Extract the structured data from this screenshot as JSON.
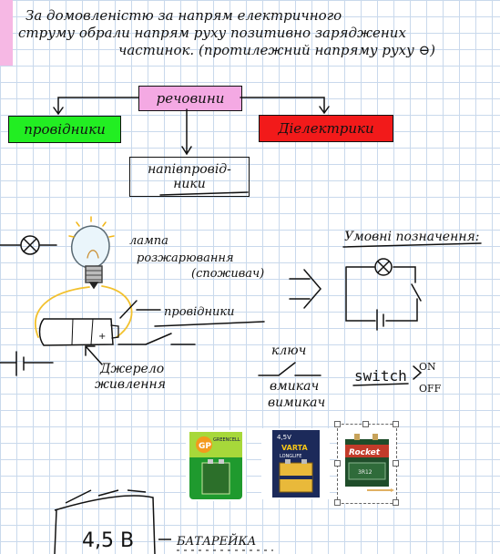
{
  "intro": {
    "line1": "За домовленістю за напрям електричного",
    "line2": "струму обрали напрям руху позитивно заряджених",
    "line3": "частинок. (протилежний напряму руху ⊖)"
  },
  "classification": {
    "root": "речовини",
    "conductors": "провідники",
    "dielectrics": "Діелектрики",
    "semiconductors_line1": "напівпровід-",
    "semiconductors_line2": "ники"
  },
  "circuit": {
    "lamp_label_line1": "лампа",
    "lamp_label_line2": "розжарювання",
    "lamp_label_line3": "(споживач)",
    "wires_label": "провідники",
    "source_label_line1": "Джерело",
    "source_label_line2": "живлення",
    "symbols_title": "Умовні позначення:",
    "key_label": "ключ",
    "on_label": "вмикач",
    "off_label": "вимикач",
    "switch_label": "switch",
    "switch_on": "ON",
    "switch_off": "OFF"
  },
  "battery": {
    "voltage": "4,5 В",
    "label": "БАТАРЕЙКА"
  },
  "photos": {
    "gp_brand": "GP",
    "gp_model": "GREENCELL",
    "varta_voltage": "4,5V",
    "varta_brand": "VARTA",
    "varta_model": "LONGLIFE",
    "rocket_brand": "Rocket",
    "rocket_model": "3R12"
  },
  "colors": {
    "pink": "#f4a9e3",
    "green": "#22ee22",
    "red": "#f21a1a",
    "wire": "#f2c12e",
    "grid": "#c9d9ec"
  }
}
